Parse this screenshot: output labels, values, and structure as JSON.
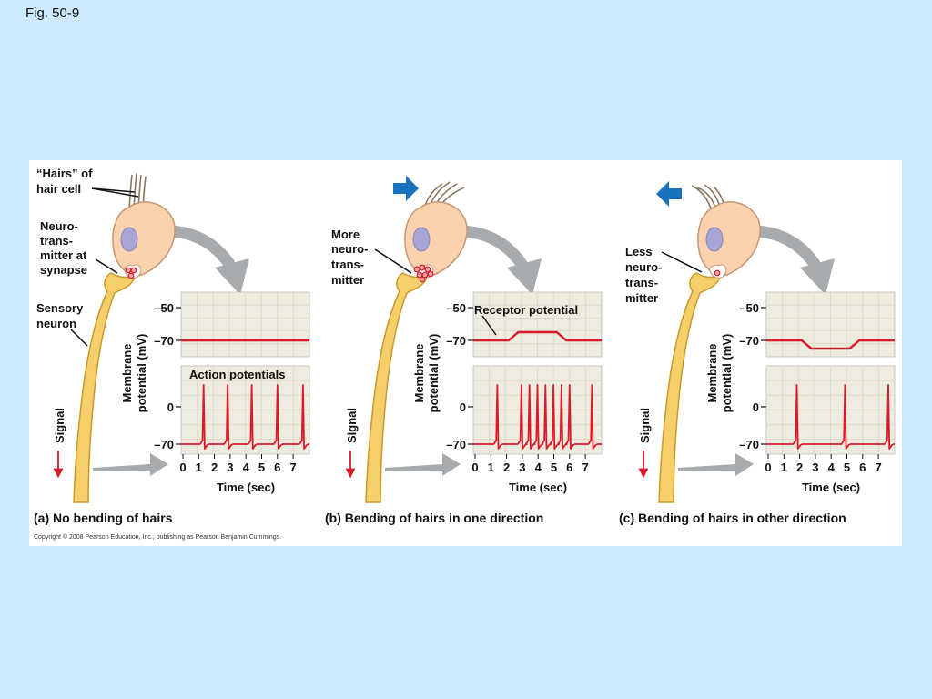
{
  "slide_title": "Fig. 50-9",
  "labels": {
    "hairs": [
      "“Hairs” of",
      "hair cell"
    ],
    "neurotransmitter_synapse": [
      "Neuro-",
      "trans-",
      "mitter at",
      "synapse"
    ],
    "sensory_neuron": [
      "Sensory",
      "neuron"
    ],
    "more_nt": [
      "More",
      "neuro-",
      "trans-",
      "mitter"
    ],
    "less_nt": [
      "Less",
      "neuro-",
      "trans-",
      "mitter"
    ],
    "signal": "Signal",
    "receptor_potential": "Receptor potential",
    "action_potentials": "Action potentials",
    "ylabel": [
      "Membrane",
      "potential (mV)"
    ],
    "xlabel": "Time (sec)"
  },
  "captions": [
    "(a) No bending of hairs",
    "(b) Bending of hairs in one direction",
    "(c) Bending of hairs in other direction"
  ],
  "copyright": "Copyright © 2008 Pearson Education, Inc., publishing as Pearson Benjamin Cummings.",
  "colors": {
    "background": "#cce9fd",
    "panel": "#ffffff",
    "plot": "#eeebdf",
    "trace": "#d91a2a",
    "cell": "#fcd2ae",
    "nucleus": "#a7a4d6",
    "neuron": "#f4cf6a",
    "arrow_gray": "#a8abad",
    "arrow_blue": "#1a72be"
  },
  "direction_arrows": [
    "none",
    "right",
    "left"
  ],
  "chart_data": [
    {
      "type": "line",
      "panel": "a",
      "top": {
        "yticks": [
          "–50",
          "–70"
        ],
        "receptor_potential_mV": [
          [
            0,
            -70
          ],
          [
            8,
            -70
          ]
        ]
      },
      "bottom": {
        "yticks": [
          "0",
          "–70"
        ],
        "xticks": [
          "0",
          "1",
          "2",
          "3",
          "4",
          "5",
          "6",
          "7"
        ],
        "xlim": [
          0,
          8
        ],
        "action_potential_times_sec": [
          1.4,
          2.9,
          4.4,
          6.0,
          7.6
        ]
      }
    },
    {
      "type": "line",
      "panel": "b",
      "top": {
        "yticks": [
          "–50",
          "–70"
        ],
        "receptor_potential_mV": [
          [
            0,
            -70
          ],
          [
            2.2,
            -70
          ],
          [
            2.8,
            -65
          ],
          [
            5.2,
            -65
          ],
          [
            5.8,
            -70
          ],
          [
            8,
            -70
          ]
        ]
      },
      "bottom": {
        "yticks": [
          "0",
          "–70"
        ],
        "xticks": [
          "0",
          "1",
          "2",
          "3",
          "4",
          "5",
          "6",
          "7"
        ],
        "xlim": [
          0,
          8
        ],
        "action_potential_times_sec": [
          1.5,
          3.0,
          3.5,
          4.0,
          4.5,
          5.0,
          5.5,
          6.0,
          7.4
        ]
      }
    },
    {
      "type": "line",
      "panel": "c",
      "top": {
        "yticks": [
          "–50",
          "–70"
        ],
        "receptor_potential_mV": [
          [
            0,
            -70
          ],
          [
            2.2,
            -70
          ],
          [
            2.8,
            -75
          ],
          [
            5.2,
            -75
          ],
          [
            5.8,
            -70
          ],
          [
            8,
            -70
          ]
        ]
      },
      "bottom": {
        "yticks": [
          "0",
          "–70"
        ],
        "xticks": [
          "0",
          "1",
          "2",
          "3",
          "4",
          "5",
          "6",
          "7"
        ],
        "xlim": [
          0,
          8
        ],
        "action_potential_times_sec": [
          1.9,
          4.9,
          7.6
        ]
      }
    }
  ]
}
